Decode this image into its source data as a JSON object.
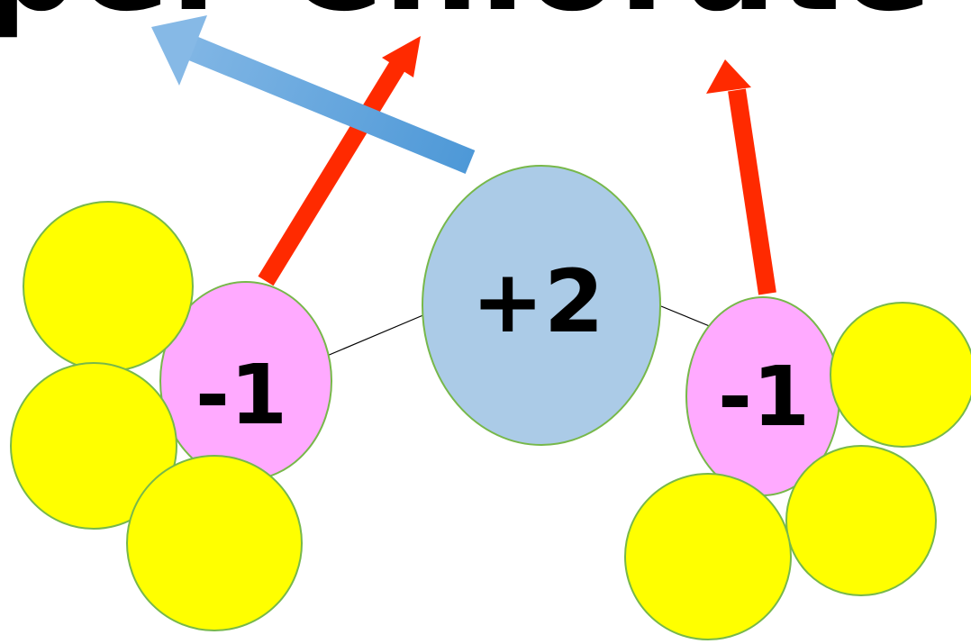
{
  "title": "per Chlorate",
  "ions": {
    "center_charge": "+2",
    "left_charge": "-1",
    "right_charge": "-1"
  },
  "colors": {
    "center_ion": "#abcbe7",
    "anion": "#ffaaff",
    "oxygen": "#ffff00",
    "atom_outline": "#77b84a",
    "red_arrow": "#ff2a00",
    "blue_arrow": "#5ba3dc",
    "bond_line": "#000000"
  }
}
